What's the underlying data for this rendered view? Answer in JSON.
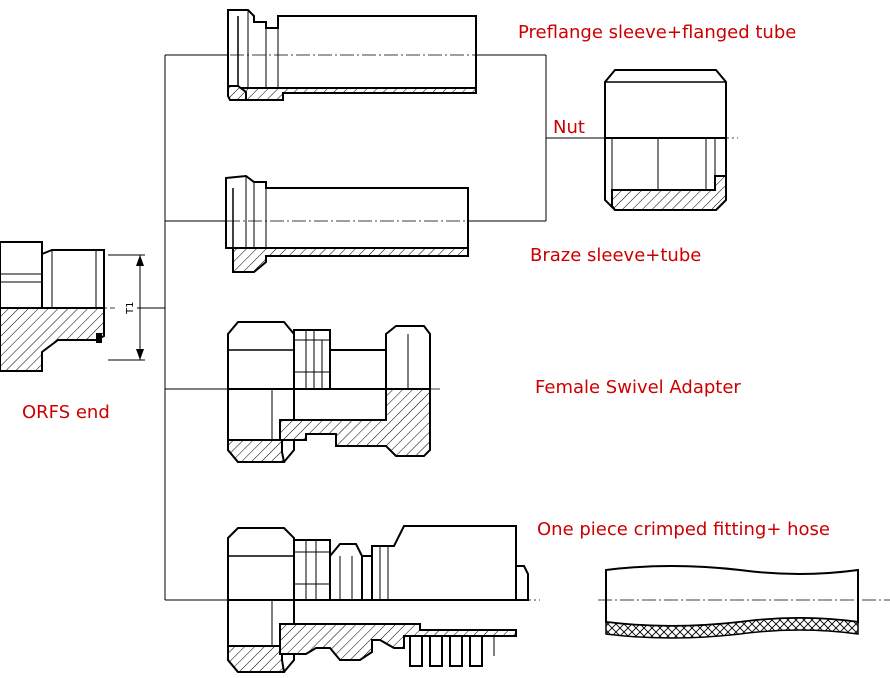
{
  "diagram": {
    "labels": {
      "preflange": "Preflange sleeve+flanged tube",
      "nut": "Nut",
      "braze": "Braze sleeve+tube",
      "orfs": "ORFS end",
      "female_swivel": "Female Swivel Adapter",
      "crimped": "One piece crimped fitting+ hose",
      "t1": "T1"
    },
    "colors": {
      "label": "#cc0000",
      "line": "#000000",
      "background": "#ffffff"
    }
  }
}
